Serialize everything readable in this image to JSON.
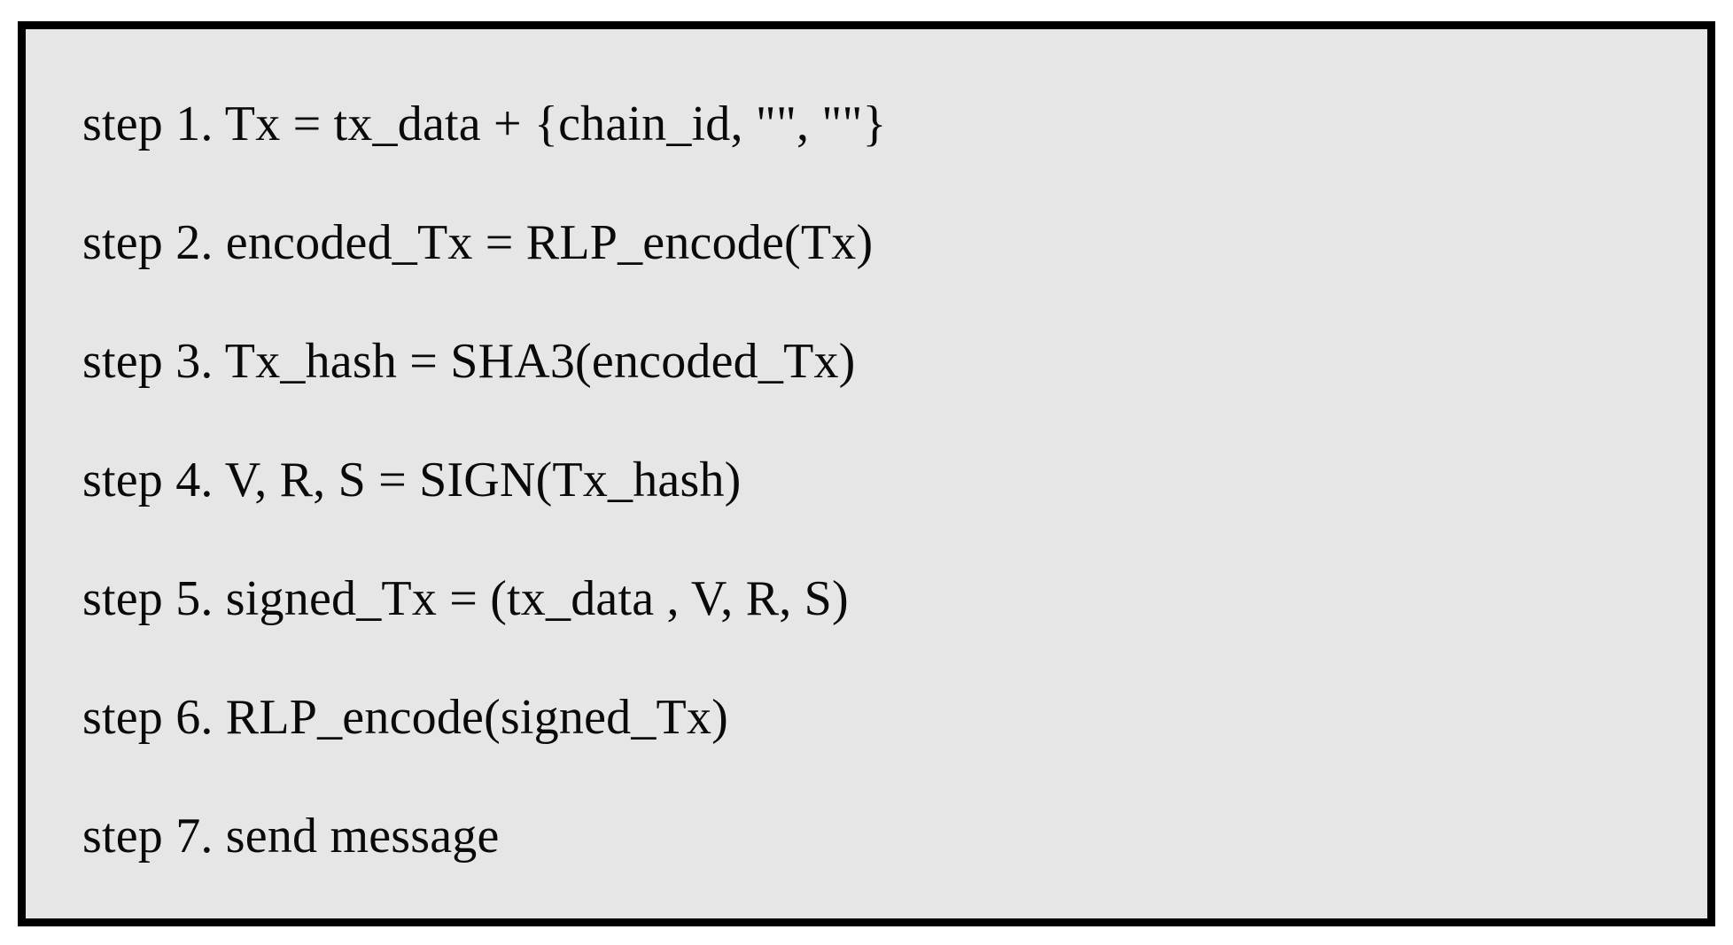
{
  "page": {
    "background_color": "#ffffff"
  },
  "callout_box": {
    "background_color": "#e6e6e6",
    "border_color": "#000000",
    "text_color": "#0a0a0a"
  },
  "steps": [
    {
      "label": "step 1. Tx = tx_data + {chain_id, \"\", \"\"}"
    },
    {
      "label": "step 2. encoded_Tx = RLP_encode(Tx)"
    },
    {
      "label": "step 3. Tx_hash = SHA3(encoded_Tx)"
    },
    {
      "label": "step 4. V, R, S = SIGN(Tx_hash)"
    },
    {
      "label": "step 5. signed_Tx = (tx_data , V, R, S)"
    },
    {
      "label": "step 6. RLP_encode(signed_Tx)"
    },
    {
      "label": "step 7. send message"
    }
  ]
}
